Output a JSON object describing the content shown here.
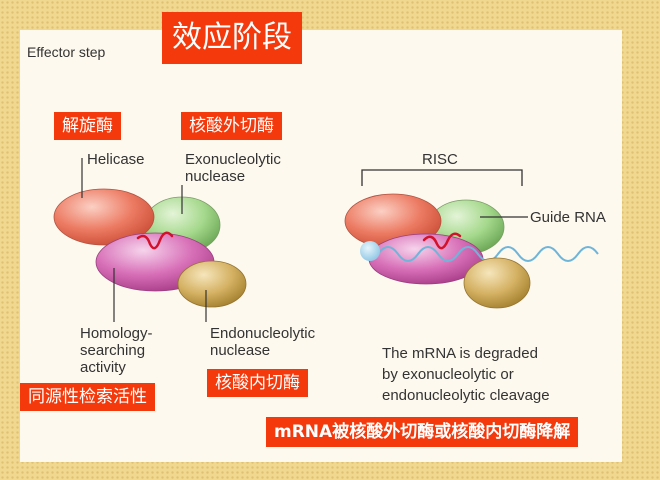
{
  "title": "效应阶段",
  "effector_step_label": "Effector step",
  "left_diagram": {
    "helicase": "Helicase",
    "helicase_cn": "解旋酶",
    "exonuclease": "Exonucleolytic\nnuclease",
    "exonuclease_cn": "核酸外切酶",
    "homology": "Homology-\nsearching\nactivity",
    "homology_cn": "同源性检索活性",
    "endonuclease": "Endonucleolytic\nnuclease",
    "endonuclease_cn": "核酸内切酶"
  },
  "right_diagram": {
    "risc": "RISC",
    "guide_rna": "Guide RNA",
    "description": "The mRNA is degraded\nby exonucleolytic or\nendonucleolytic cleavage",
    "description_cn": "mRNA被核酸外切酶或核酸内切酶降解"
  },
  "colors": {
    "tag_red": "#f43a0c",
    "helicase": "#e8624c",
    "exonuclease": "#8fc97a",
    "homology": "#d35cab",
    "endonuclease": "#c9a34a",
    "mrna": "#6fb5d9"
  }
}
